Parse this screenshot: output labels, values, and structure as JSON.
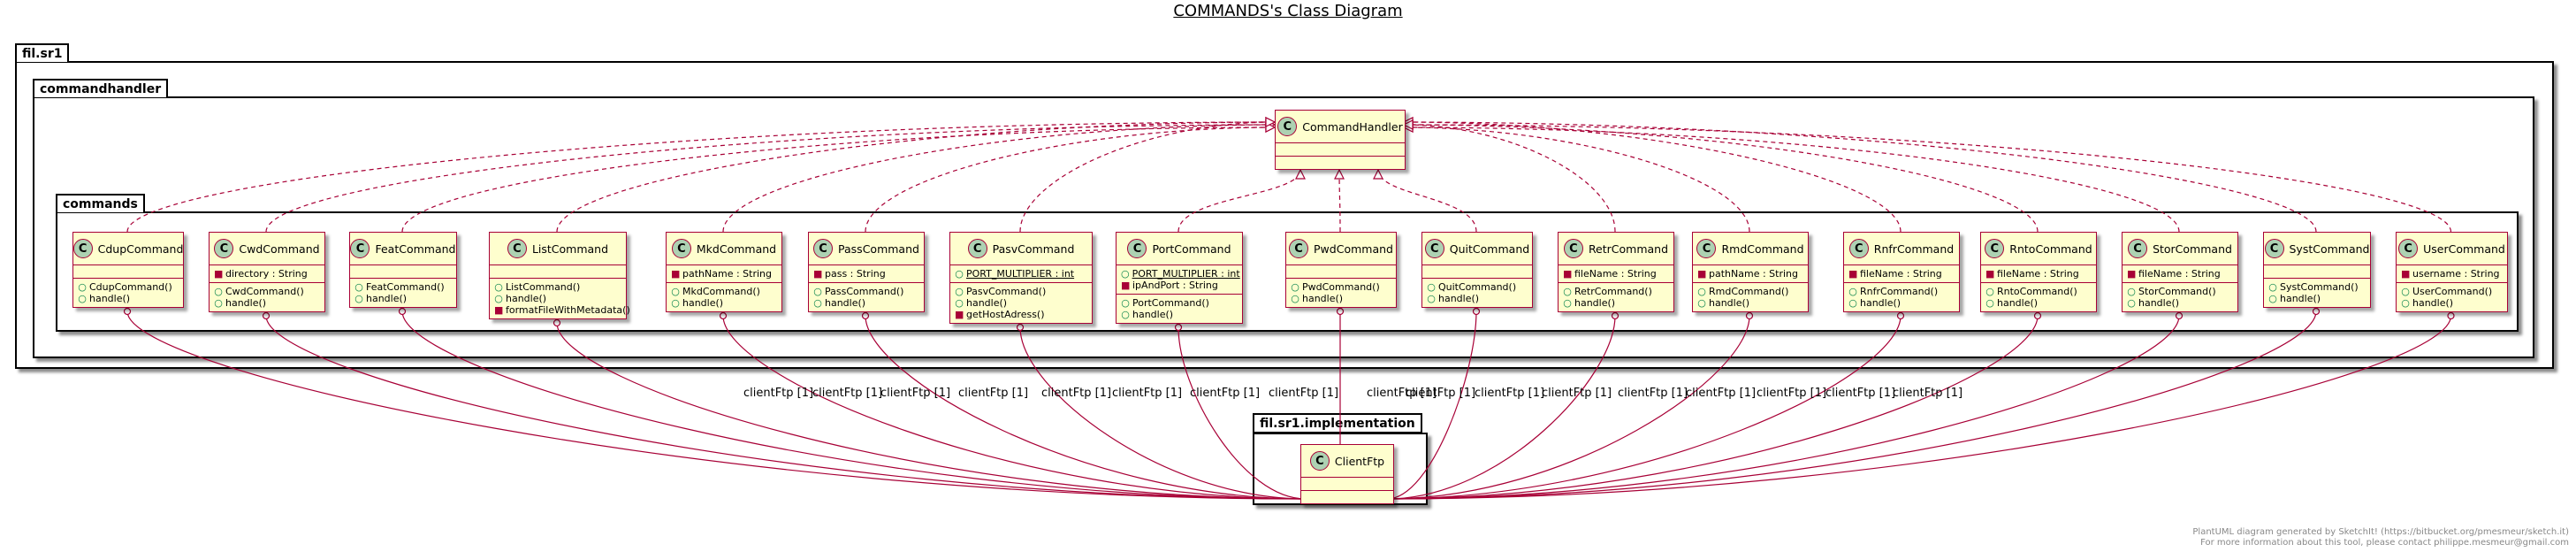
{
  "title": "COMMANDS's Class Diagram",
  "packages": {
    "root": "fil.sr1",
    "handler": "commandhandler",
    "commands": "commands",
    "impl": "fil.sr1.implementation"
  },
  "classes": {
    "handler": {
      "badge": "C",
      "name": "CommandHandler"
    },
    "client": {
      "badge": "C",
      "name": "ClientFtp"
    },
    "commands": [
      {
        "badge": "C",
        "name": "CdupCommand",
        "fields": [],
        "methods": [
          {
            "vis": "+",
            "text": "CdupCommand()"
          },
          {
            "vis": "+",
            "text": "handle()"
          }
        ]
      },
      {
        "badge": "C",
        "name": "CwdCommand",
        "fields": [
          {
            "vis": "-",
            "text": "directory : String"
          }
        ],
        "methods": [
          {
            "vis": "+",
            "text": "CwdCommand()"
          },
          {
            "vis": "+",
            "text": "handle()"
          }
        ]
      },
      {
        "badge": "C",
        "name": "FeatCommand",
        "fields": [],
        "methods": [
          {
            "vis": "+",
            "text": "FeatCommand()"
          },
          {
            "vis": "+",
            "text": "handle()"
          }
        ]
      },
      {
        "badge": "C",
        "name": "ListCommand",
        "fields": [],
        "methods": [
          {
            "vis": "+",
            "text": "ListCommand()"
          },
          {
            "vis": "+",
            "text": "handle()"
          },
          {
            "vis": "-",
            "text": "formatFileWithMetadata()"
          }
        ]
      },
      {
        "badge": "C",
        "name": "MkdCommand",
        "fields": [
          {
            "vis": "-",
            "text": "pathName : String"
          }
        ],
        "methods": [
          {
            "vis": "+",
            "text": "MkdCommand()"
          },
          {
            "vis": "+",
            "text": "handle()"
          }
        ]
      },
      {
        "badge": "C",
        "name": "PassCommand",
        "fields": [
          {
            "vis": "-",
            "text": "pass : String"
          }
        ],
        "methods": [
          {
            "vis": "+",
            "text": "PassCommand()"
          },
          {
            "vis": "+",
            "text": "handle()"
          }
        ]
      },
      {
        "badge": "C",
        "name": "PasvCommand",
        "fields": [
          {
            "vis": "+",
            "text": "PORT_MULTIPLIER : int",
            "static": true
          }
        ],
        "methods": [
          {
            "vis": "+",
            "text": "PasvCommand()"
          },
          {
            "vis": "+",
            "text": "handle()"
          },
          {
            "vis": "-",
            "text": "getHostAdress()"
          }
        ]
      },
      {
        "badge": "C",
        "name": "PortCommand",
        "fields": [
          {
            "vis": "+",
            "text": "PORT_MULTIPLIER : int",
            "static": true
          },
          {
            "vis": "-",
            "text": "ipAndPort : String"
          }
        ],
        "methods": [
          {
            "vis": "+",
            "text": "PortCommand()"
          },
          {
            "vis": "+",
            "text": "handle()"
          }
        ]
      },
      {
        "badge": "C",
        "name": "PwdCommand",
        "fields": [],
        "methods": [
          {
            "vis": "+",
            "text": "PwdCommand()"
          },
          {
            "vis": "+",
            "text": "handle()"
          }
        ]
      },
      {
        "badge": "C",
        "name": "QuitCommand",
        "fields": [],
        "methods": [
          {
            "vis": "+",
            "text": "QuitCommand()"
          },
          {
            "vis": "+",
            "text": "handle()"
          }
        ]
      },
      {
        "badge": "C",
        "name": "RetrCommand",
        "fields": [
          {
            "vis": "-",
            "text": "fileName : String"
          }
        ],
        "methods": [
          {
            "vis": "+",
            "text": "RetrCommand()"
          },
          {
            "vis": "+",
            "text": "handle()"
          }
        ]
      },
      {
        "badge": "C",
        "name": "RmdCommand",
        "fields": [
          {
            "vis": "-",
            "text": "pathName : String"
          }
        ],
        "methods": [
          {
            "vis": "+",
            "text": "RmdCommand()"
          },
          {
            "vis": "+",
            "text": "handle()"
          }
        ]
      },
      {
        "badge": "C",
        "name": "RnfrCommand",
        "fields": [
          {
            "vis": "-",
            "text": "fileName : String"
          }
        ],
        "methods": [
          {
            "vis": "+",
            "text": "RnfrCommand()"
          },
          {
            "vis": "+",
            "text": "handle()"
          }
        ]
      },
      {
        "badge": "C",
        "name": "RntoCommand",
        "fields": [
          {
            "vis": "-",
            "text": "fileName : String"
          }
        ],
        "methods": [
          {
            "vis": "+",
            "text": "RntoCommand()"
          },
          {
            "vis": "+",
            "text": "handle()"
          }
        ]
      },
      {
        "badge": "C",
        "name": "StorCommand",
        "fields": [
          {
            "vis": "-",
            "text": "fileName : String"
          }
        ],
        "methods": [
          {
            "vis": "+",
            "text": "StorCommand()"
          },
          {
            "vis": "+",
            "text": "handle()"
          }
        ]
      },
      {
        "badge": "C",
        "name": "SystCommand",
        "fields": [],
        "methods": [
          {
            "vis": "+",
            "text": "SystCommand()"
          },
          {
            "vis": "+",
            "text": "handle()"
          }
        ]
      },
      {
        "badge": "C",
        "name": "UserCommand",
        "fields": [
          {
            "vis": "-",
            "text": "username : String"
          }
        ],
        "methods": [
          {
            "vis": "+",
            "text": "UserCommand()"
          },
          {
            "vis": "+",
            "text": "handle()"
          }
        ]
      }
    ]
  },
  "association_label": "clientFtp [1]",
  "footer": {
    "line1": "PlantUML diagram generated by SketchIt! (https://bitbucket.org/pmesmeur/sketch.it)",
    "line2": "For more information about this tool, please contact philippe.mesmeur@gmail.com"
  },
  "colors": {
    "class_fill": "#fefece",
    "class_border": "#a80036",
    "badge_fill": "#add1b2",
    "edge": "#a80036"
  }
}
